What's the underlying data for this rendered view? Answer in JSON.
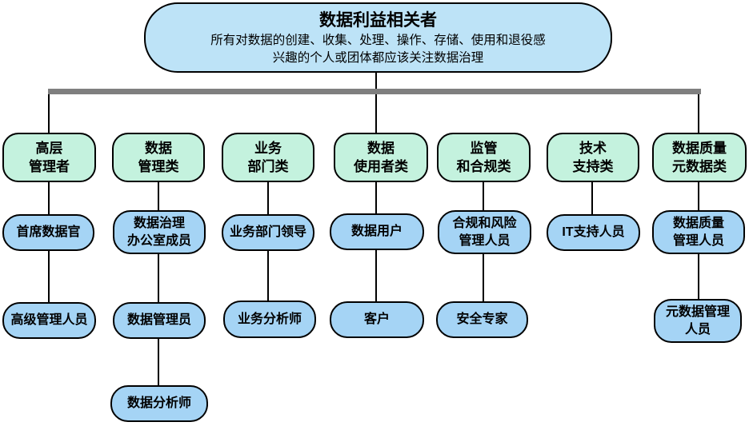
{
  "root": {
    "title": "数据利益相关者",
    "subtitle": "所有对数据的创建、收集、处理、操作、存储、使用和退役感\n兴趣的个人或团体都应该关注数据治理"
  },
  "categories": [
    {
      "label": "高层\n管理者"
    },
    {
      "label": "数据\n管理类"
    },
    {
      "label": "业务\n部门类"
    },
    {
      "label": "数据\n使用者类"
    },
    {
      "label": "监管\n和合规类"
    },
    {
      "label": "技术\n支持类"
    },
    {
      "label": "数据质量\n元数据类"
    }
  ],
  "roles": [
    {
      "label": "首席数据官"
    },
    {
      "label": "数据治理\n办公室成员"
    },
    {
      "label": "业务部门领导"
    },
    {
      "label": "数据用户"
    },
    {
      "label": "合规和风险\n管理人员"
    },
    {
      "label": "IT支持人员"
    },
    {
      "label": "数据质量\n管理人员"
    },
    {
      "label": "高级管理人员"
    },
    {
      "label": "数据管理员"
    },
    {
      "label": "业务分析师"
    },
    {
      "label": "客户"
    },
    {
      "label": "安全专家"
    },
    {
      "label": "元数据管理\n人员"
    },
    {
      "label": "数据分析师"
    }
  ],
  "colors": {
    "root-fill": "#bde3f7",
    "category-fill": "#c4f2de",
    "role-fill": "#a5d4f5",
    "bar": "#7f7f7f",
    "line": "#000000",
    "border": "#000000"
  }
}
